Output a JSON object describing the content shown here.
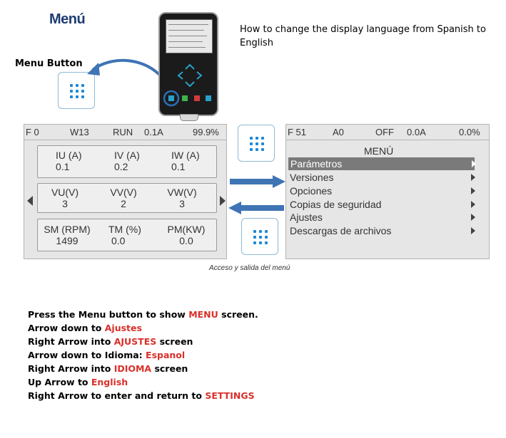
{
  "header": {
    "menu_title": "Menú",
    "intro": "How to change the display language from Spanish to English",
    "menu_button_label": "Menu Button"
  },
  "left_panel": {
    "status": {
      "f": "F 0",
      "w": "W13",
      "run": "RUN",
      "amps": "0.1A",
      "pct": "99.9%"
    },
    "groups": [
      [
        {
          "label": "IU (A)",
          "value": "0.1"
        },
        {
          "label": "IV (A)",
          "value": "0.2"
        },
        {
          "label": "IW (A)",
          "value": "0.1"
        }
      ],
      [
        {
          "label": "VU(V)",
          "value": "3"
        },
        {
          "label": "VV(V)",
          "value": "2"
        },
        {
          "label": "VW(V)",
          "value": "3"
        }
      ],
      [
        {
          "label": "SM (RPM)",
          "value": "1499"
        },
        {
          "label": "TM (%)",
          "value": "0.0"
        },
        {
          "label": "PM(KW)",
          "value": "0.0"
        }
      ]
    ]
  },
  "right_panel": {
    "status": {
      "f": "F 51",
      "a": "A0",
      "off": "OFF",
      "amps": "0.0A",
      "pct": "0.0%"
    },
    "title": "MENÚ",
    "items": [
      "Parámetros",
      "Versiones",
      "Opciones",
      "Copias de seguridad",
      "Ajustes",
      "Descargas de archivos"
    ],
    "selected_index": 0
  },
  "caption": "Acceso y salida del menú",
  "steps": [
    {
      "before": "Press the Menu button to show ",
      "highlight": "MENU",
      "after": " screen."
    },
    {
      "before": "Arrow down to ",
      "highlight": "Ajustes",
      "after": ""
    },
    {
      "before": "Right Arrow into ",
      "highlight": "AJUSTES",
      "after": " screen"
    },
    {
      "before": "Arrow down to Idioma: ",
      "highlight": "Espanol",
      "after": ""
    },
    {
      "before": "Right Arrow into ",
      "highlight": "IDIOMA",
      "after": " screen"
    },
    {
      "before": "Up Arrow to ",
      "highlight": "English",
      "after": ""
    },
    {
      "before": "Right Arrow to enter and return to ",
      "highlight": "SETTINGS",
      "after": ""
    }
  ],
  "colors": {
    "accent_blue": "#1e88d6",
    "title_blue": "#1e3c72",
    "highlight_red": "#d9302b",
    "arrow_blue": "#3f74b5"
  }
}
